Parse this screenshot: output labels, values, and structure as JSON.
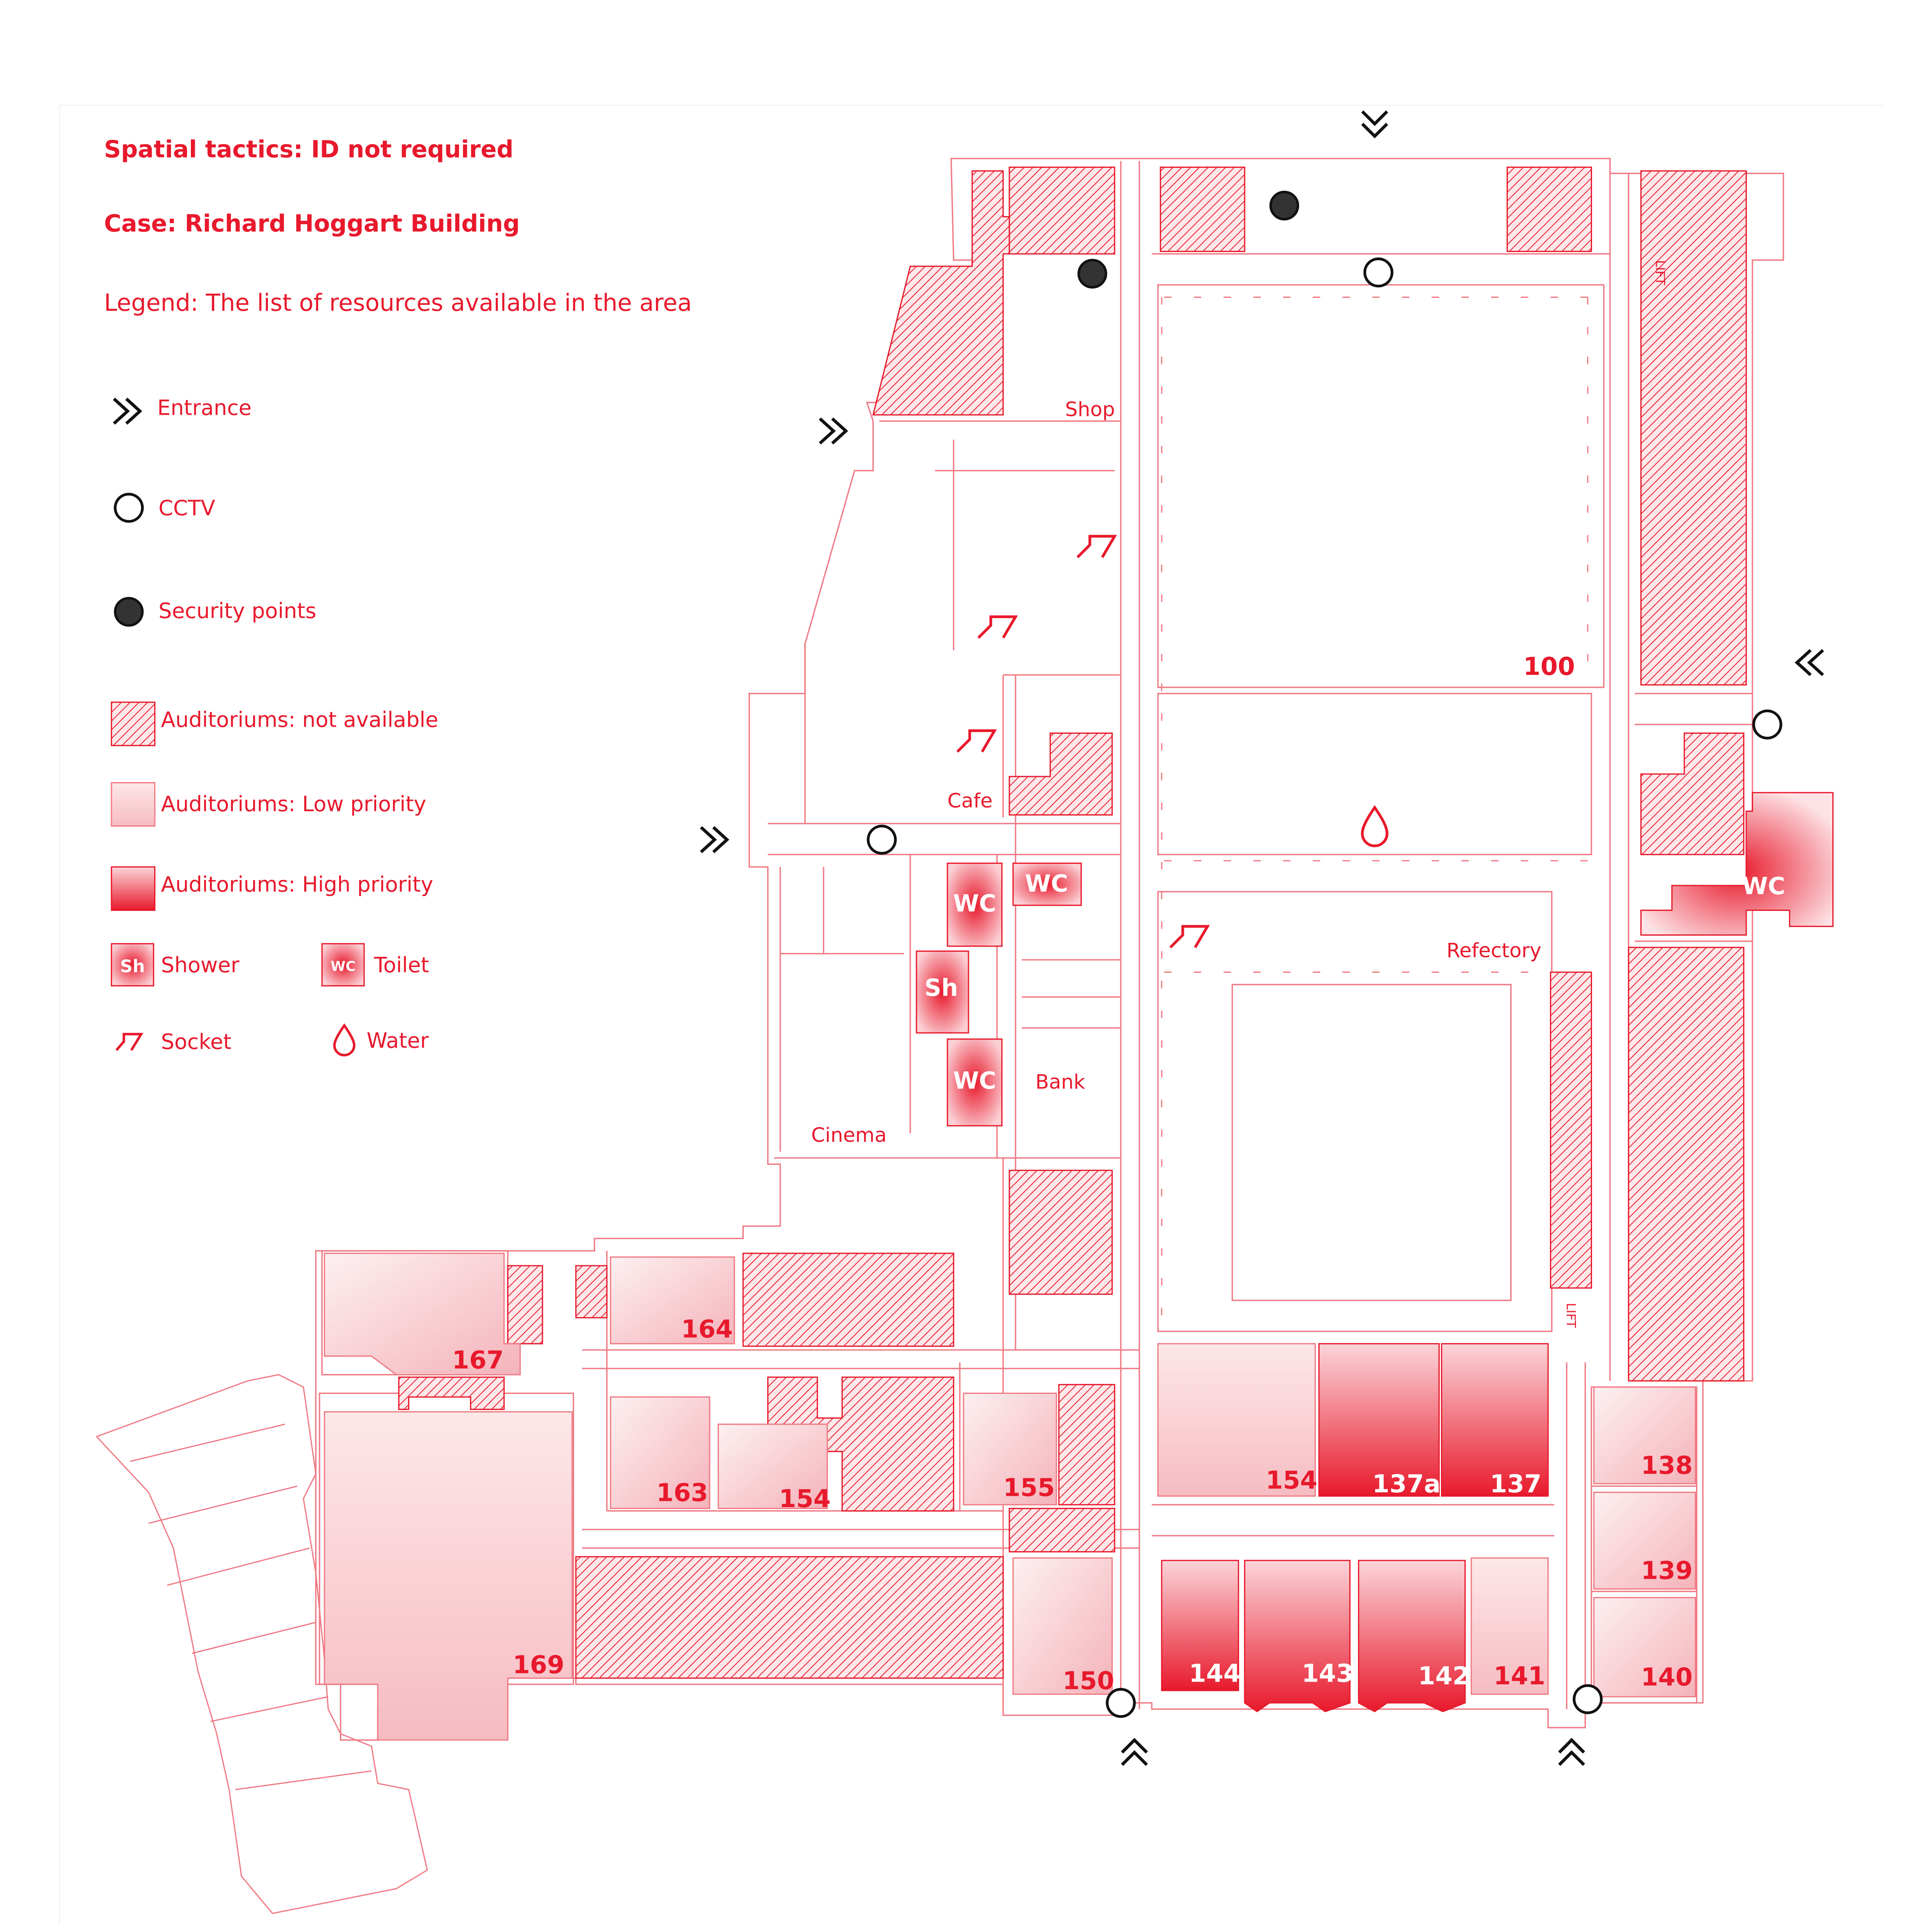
{
  "header": {
    "title": "Spatial tactics: ID not required",
    "case": "Case: Richard Hoggart Building",
    "legend_intro": "Legend: The list of resources available in the area"
  },
  "legend": {
    "entrance": "Entrance",
    "cctv": "CCTV",
    "security": "Security points",
    "not_available": "Auditoriums: not available",
    "low_priority": "Auditoriums: Low priority",
    "high_priority": "Auditoriums: High priority",
    "shower": "Shower",
    "shower_glyph": "Sh",
    "toilet": "Toilet",
    "toilet_glyph": "WC",
    "socket": "Socket",
    "water": "Water"
  },
  "places": {
    "shop": "Shop",
    "cafe": "Cafe",
    "bank": "Bank",
    "cinema": "Cinema",
    "refectory": "Refectory",
    "lift": "LIFT"
  },
  "facilities": {
    "wc": "WC",
    "sh": "Sh"
  },
  "rooms": {
    "r100": "100",
    "r164": "164",
    "r167": "167",
    "r163": "163",
    "r154a": "154",
    "r155": "155",
    "r154b": "154",
    "r137a": "137a",
    "r137": "137",
    "r138": "138",
    "r139": "139",
    "r140": "140",
    "r169": "169",
    "r150": "150",
    "r144": "144",
    "r143": "143",
    "r142": "142",
    "r141": "141"
  },
  "colors": {
    "accent": "#e8192c",
    "line": "#f07a84",
    "low": "#f7c4c9",
    "high": "#e8192c",
    "hatch": "#e8192c",
    "security_fill": "#333333"
  }
}
